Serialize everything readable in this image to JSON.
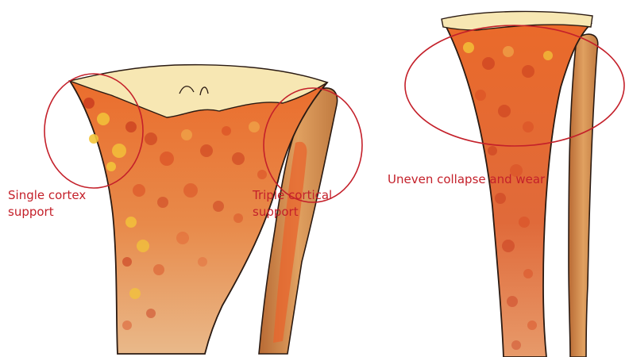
{
  "left_panel": {
    "annotations": {
      "single_cortex": [
        "Single cortex",
        "support"
      ],
      "triple_cortical": [
        "Triple cortical",
        "support"
      ]
    }
  },
  "right_panel": {
    "annotations": {
      "uneven_collapse": "Uneven collapse and wear"
    }
  },
  "colors": {
    "annotation": "#c4202a",
    "bone_base": "#e8783a",
    "bone_dark": "#c83a1e",
    "bone_yellow": "#f2c43a",
    "cartilage": "#f7e7b3",
    "fibula": "#d18a4c",
    "outline": "#2a1a12",
    "background": "#ffffff"
  }
}
